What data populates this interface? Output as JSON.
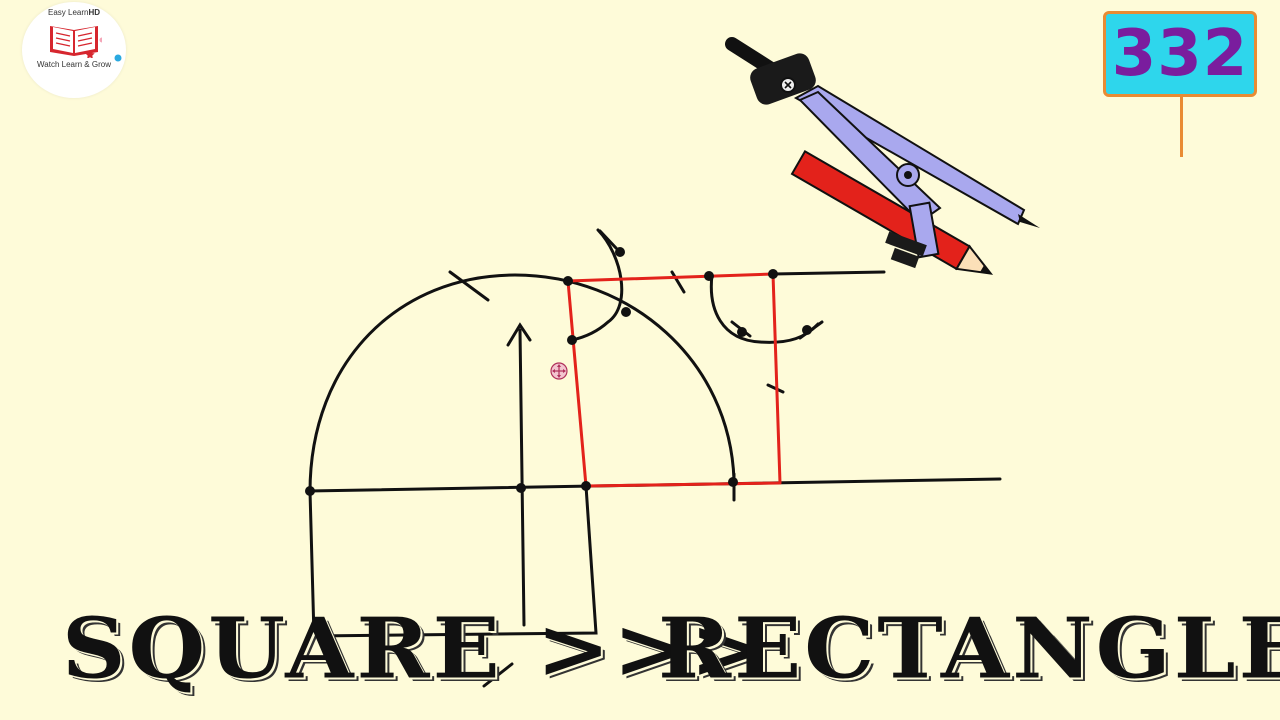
{
  "logo": {
    "brand": "Easy Learn",
    "brand_suffix": "HD",
    "tagline": "Watch Learn & Grow"
  },
  "badge": {
    "number": "332"
  },
  "caption": {
    "left": "SQUARE >>>",
    "right": "RECTANGLE"
  },
  "colors": {
    "background": "#fefbd9",
    "construction": "#111111",
    "result": "#e3221b",
    "badge_fill": "#2ed6ec",
    "badge_border": "#e98b33",
    "badge_text": "#7a1d9e",
    "compass": "#a9a8ee",
    "pencil": "#e3221b"
  },
  "icons": [
    "book-icon",
    "compass-icon",
    "pencil-icon",
    "move-icon"
  ]
}
